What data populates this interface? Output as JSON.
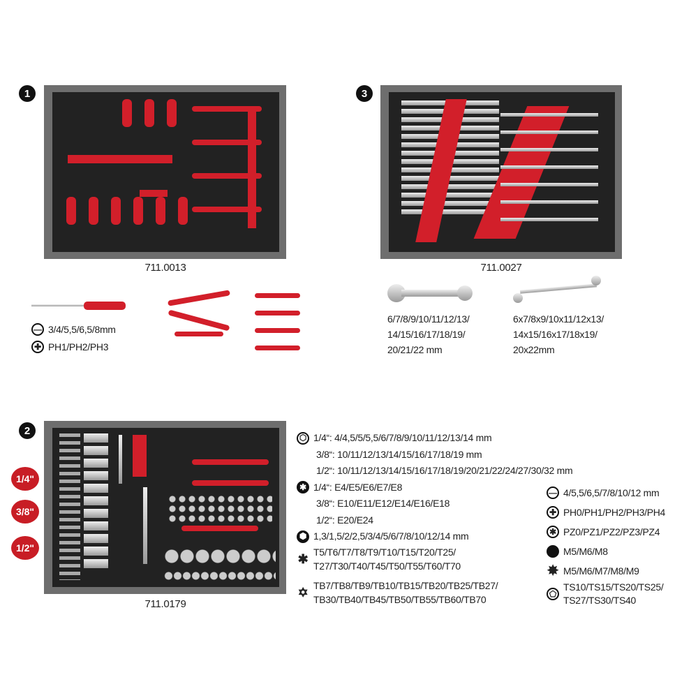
{
  "sections": [
    {
      "badge": "1",
      "code": "711.0013",
      "flat": "3/4/5,5/6,5/8mm",
      "phillips": "PH1/PH2/PH3"
    },
    {
      "badge": "3",
      "code": "711.0027",
      "combination": [
        "6/7/8/9/10/11/12/13/",
        "14/15/16/17/18/19/",
        "20/21/22 mm"
      ],
      "double_ring": [
        "6x7/8x9/10x11/12x13/",
        "14x15/16x17/18x19/",
        "20x22mm"
      ]
    },
    {
      "badge": "2",
      "code": "711.0179",
      "drives": [
        "1/4\"",
        "3/8\"",
        "1/2\""
      ]
    }
  ],
  "specs_left": [
    {
      "icon": "hex-socket-icon",
      "line": "1/4“: 4/4,5/5/5,5/6/7/8/9/10/11/12/13/14 mm"
    },
    {
      "icon": "",
      "line": "3/8“: 10/11/12/13/14/15/16/17/18/19 mm"
    },
    {
      "icon": "",
      "line": "1/2“: 10/11/12/13/14/15/16/17/18/19/20/21/22/24/27/30/32 mm"
    },
    {
      "icon": "e-torx-icon",
      "line": "1/4“: E4/E5/E6/E7/E8"
    },
    {
      "icon": "",
      "line": "3/8“: E10/E11/E12/E14/E16/E18"
    },
    {
      "icon": "",
      "line": "1/2“: E20/E24"
    },
    {
      "icon": "hex-bit-icon",
      "line": "1,3/1,5/2/2,5/3/4/5/6/7/8/10/12/14 mm"
    },
    {
      "icon": "torx-icon",
      "line": "T5/T6/T7/T8/T9/T10/T15/T20/T25/",
      "line2": "T27/T30/T40/T45/T50/T55/T60/T70"
    },
    {
      "icon": "torx-tamper-icon",
      "line": "TB7/TB8/TB9/TB10/TB15/TB20/TB25/TB27/",
      "line2": "TB30/TB40/TB45/TB50/TB55/TB60/TB70"
    }
  ],
  "specs_right": [
    {
      "icon": "slotted-icon",
      "line": "4/5,5/6,5/7/8/10/12 mm"
    },
    {
      "icon": "phillips-icon",
      "line": "PH0/PH1/PH2/PH3/PH4"
    },
    {
      "icon": "pozidriv-icon",
      "line": "PZ0/PZ1/PZ2/PZ3/PZ4"
    },
    {
      "icon": "spline-icon",
      "line": "M5/M6/M8"
    },
    {
      "icon": "xzn-icon",
      "line": "M5/M6/M7/M8/M9"
    },
    {
      "icon": "torx-plus-icon",
      "line": "TS10/TS15/TS20/TS25/",
      "line2": "TS27/TS30/TS40"
    }
  ]
}
